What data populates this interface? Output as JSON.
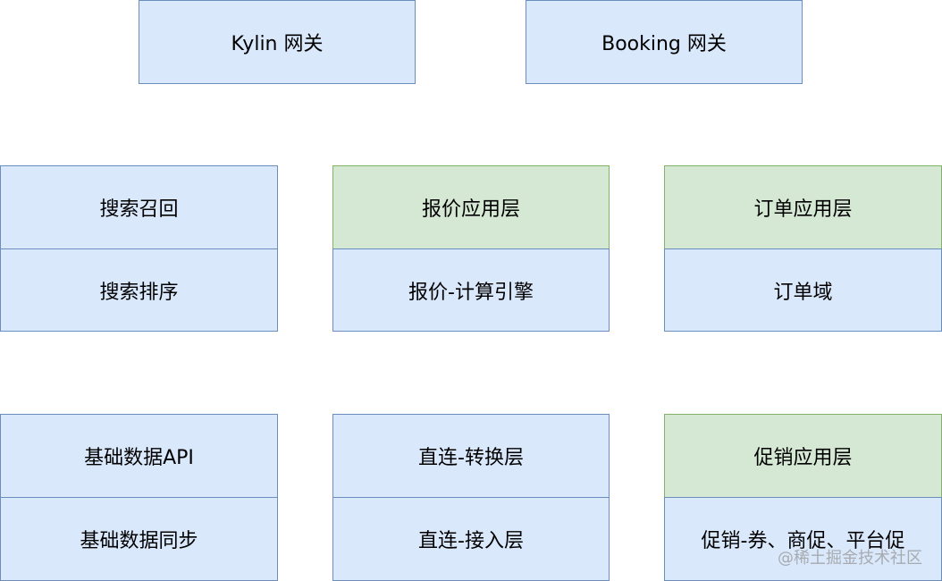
{
  "gateways": {
    "kylin": "Kylin 网关",
    "booking": "Booking 网关"
  },
  "column_search": {
    "top": "搜索召回",
    "bottom": "搜索排序"
  },
  "column_quote": {
    "top": "报价应用层",
    "bottom": "报价-计算引擎"
  },
  "column_order": {
    "top": "订单应用层",
    "bottom": "订单域"
  },
  "column_basic": {
    "top": "基础数据API",
    "bottom": "基础数据同步"
  },
  "column_direct": {
    "top": "直连-转换层",
    "bottom": "直连-接入层"
  },
  "column_promo": {
    "top": "促销应用层",
    "bottom": "促销-券、商促、平台促"
  },
  "watermark": "@稀土掘金技术社区",
  "colors": {
    "blue_fill": "#dae8fc",
    "blue_border": "#6c8ebf",
    "green_fill": "#d5e8d4",
    "green_border": "#82b366"
  }
}
